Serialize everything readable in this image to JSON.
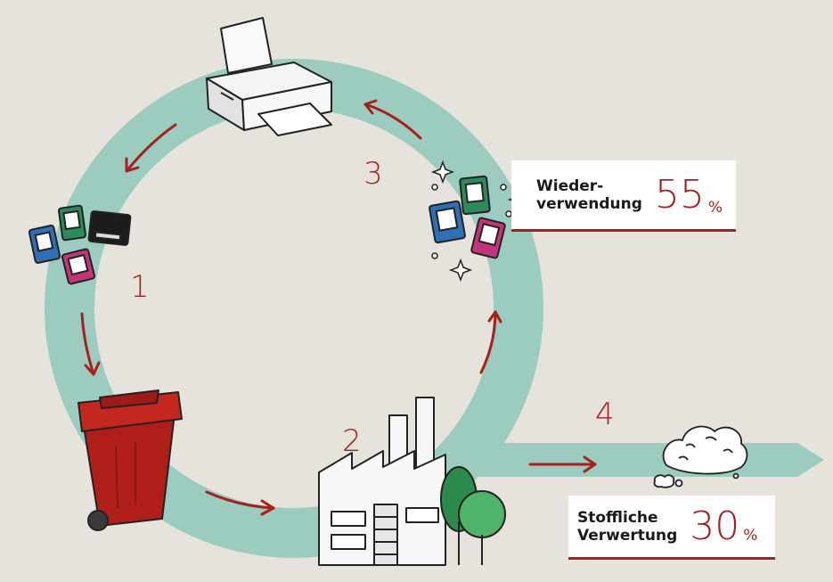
{
  "colors": {
    "background": "#e6e3dc",
    "loop": "#9ccbbf",
    "accent": "#a8201e",
    "bin": "#b01e1a",
    "tree_dark": "#2c8a4a",
    "tree_light": "#4fb36a"
  },
  "icons": [
    "printer-icon",
    "ink-cartridge-icon",
    "trash-bin-icon",
    "factory-icon",
    "tree-icon",
    "sparkle-icon",
    "material-pile-icon",
    "arrow-icon"
  ],
  "steps": [
    {
      "number": "1"
    },
    {
      "number": "2"
    },
    {
      "number": "3"
    },
    {
      "number": "4"
    }
  ],
  "stats": {
    "reuse": {
      "label": "Wieder-\nverwendung",
      "value": "55",
      "unit": "%"
    },
    "recycling": {
      "label": "Stoffliche\nVerwertung",
      "value": "30",
      "unit": "%"
    }
  }
}
